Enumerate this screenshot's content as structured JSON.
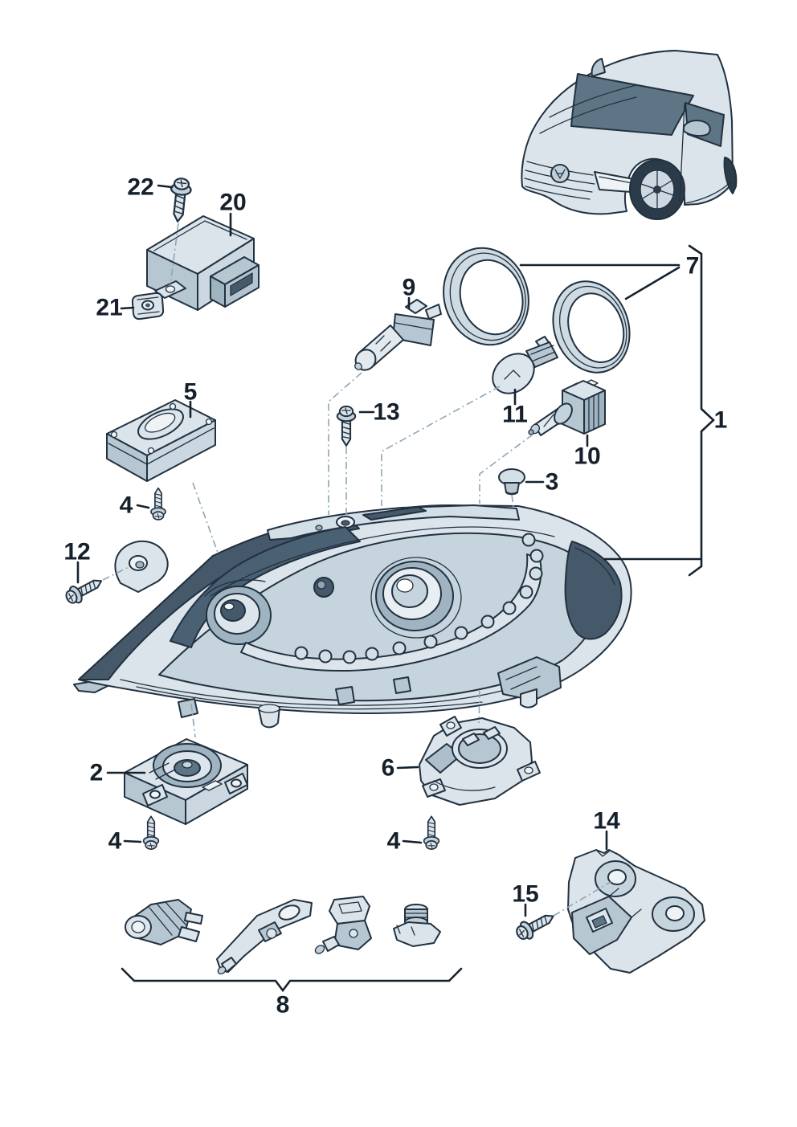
{
  "diagram": {
    "callouts": {
      "1": "1",
      "2": "2",
      "3": "3",
      "4": "4",
      "5": "5",
      "6": "6",
      "7": "7",
      "8": "8",
      "9": "9",
      "10": "10",
      "11": "11",
      "12": "12",
      "13": "13",
      "14": "14",
      "15": "15",
      "20": "20",
      "21": "21",
      "22": "22"
    },
    "palette": {
      "background": "#ffffff",
      "outline": "#223140",
      "fill_light": "#dbe4eb",
      "fill_mid": "#b7c7d2",
      "fill_dark": "#46596b",
      "glass_dark": "#5e7585",
      "leader_light": "#8ea6b6",
      "label_text": "#15202b"
    }
  }
}
